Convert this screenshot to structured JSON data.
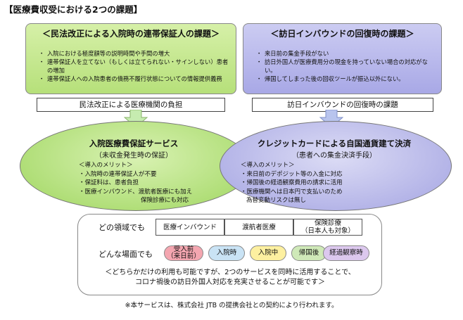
{
  "title": "【医療費収受における2つの課題】",
  "issue_left": {
    "title": "＜民法改正による入院時の連帯保証人の課題＞",
    "items": [
      "入院における極度額等の説明時間や手間の増大",
      "連帯保証人を立てない（もしくは立てられない・サインしない）患者の増加",
      "連帯保証人への入院患者の債務不履行状態についての情報提供義務"
    ],
    "burden": "民法改正による医療機関の負担"
  },
  "issue_right": {
    "title": "＜訪日インバウンドの回復時の課題＞",
    "items": [
      "来日前の集金手段がない",
      "訪日外国人が医療費用分の現金を持っていない場合の対応がない。",
      "帰国してしまった後の回収ツールが振込以外にない。"
    ],
    "burden": "訪日インバウンドの回復時の課題"
  },
  "service_left": {
    "title": "入院医療費保証サービス",
    "subtitle": "（未収金発生時の保証）",
    "merit_header": "＜導入のメリット＞",
    "merits": [
      "入院時の連帯保証人が不要",
      "保証料は、患者負担",
      "医療インバウンド、渡航者医療にも加え",
      "保険診療にも対応"
    ]
  },
  "service_right": {
    "title": "クレジットカードによる自国通貨建て決済",
    "subtitle": "（患者への集金決済手段）",
    "merit_header": "＜導入のメリット＞",
    "merits": [
      "来日前のデポジット等の入金に対応",
      "帰国後の経過観察費用の請求に活用",
      "医療機関へは日本円で支払いのため",
      "為替変動リスクは無し"
    ]
  },
  "domains": {
    "label": "どの領域でも",
    "items": [
      "医療インバウンド",
      "渡航者医療",
      "保険診療\n（日本人も対象）"
    ]
  },
  "scenes": {
    "label": "どんな場面でも",
    "items": [
      "受入前\n（来日前）",
      "入院時",
      "入院中",
      "帰国後",
      "経過観察時"
    ],
    "colors": [
      "#f4a6b0",
      "#c9e3f5",
      "#fdf0a0",
      "#cfe9b8",
      "#dcc8ee"
    ]
  },
  "note_lines": [
    "＜どちらかだけの利用も可能ですが、2つのサービスを同時に活用することで、",
    "コロナ禍後の訪日外国人対応を充実させることが可能です＞"
  ],
  "footnote": "※本サービスは、株式会社 JTB の提携会社との契約により行われます。",
  "colors": {
    "green": "#b6e07a",
    "purple": "#a8a8e6"
  }
}
